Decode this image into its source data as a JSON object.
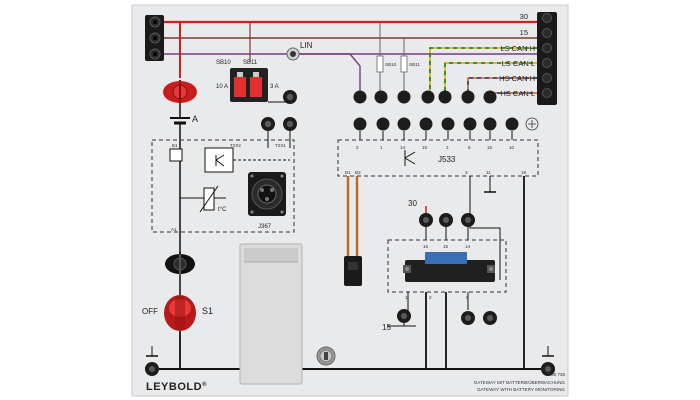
{
  "brand": {
    "name": "LEYBOLD",
    "mark": "®"
  },
  "model_number": "738 736",
  "caption_de": "GATEWAY MIT BATTERIEÜBERWACHUNG",
  "caption_en": "GATEWAY WITH BATTERY MONITORING",
  "bus_labels": [
    "30",
    "15",
    "LS CAN H",
    "LS CAN L",
    "HS CAN H",
    "HS CAN L"
  ],
  "lin_label": "LIN",
  "fuses": {
    "sb10": "SB10",
    "sb11": "SB11",
    "sb10_rating": "10 A",
    "sb11_rating": "3 A",
    "sb10_small": "SB10",
    "sb11_small": "SB11"
  },
  "fuse_holder_a_label": "A",
  "sensor_box": {
    "pin_b1": "B1",
    "pin_t2x2": "T2X2",
    "pin_t2x1": "T2X1",
    "pin_a1": "A1",
    "temp_label": "t°C"
  },
  "connector_j367": "J367",
  "module_j533": {
    "label": "J533",
    "top_pins": [
      "2",
      "1",
      "14",
      "15",
      "2",
      "6",
      "16",
      "10"
    ],
    "bottom_pins": [
      "B1",
      "B2",
      "3",
      "11",
      "19"
    ]
  },
  "relay_block": {
    "input_label": "30",
    "top_pins": [
      "16",
      "15",
      "14"
    ],
    "bottom_pins": [
      "1",
      "2",
      "6"
    ]
  },
  "switch_s1": {
    "label": "S1",
    "state": "OFF"
  },
  "terminal_15_label": "15"
}
